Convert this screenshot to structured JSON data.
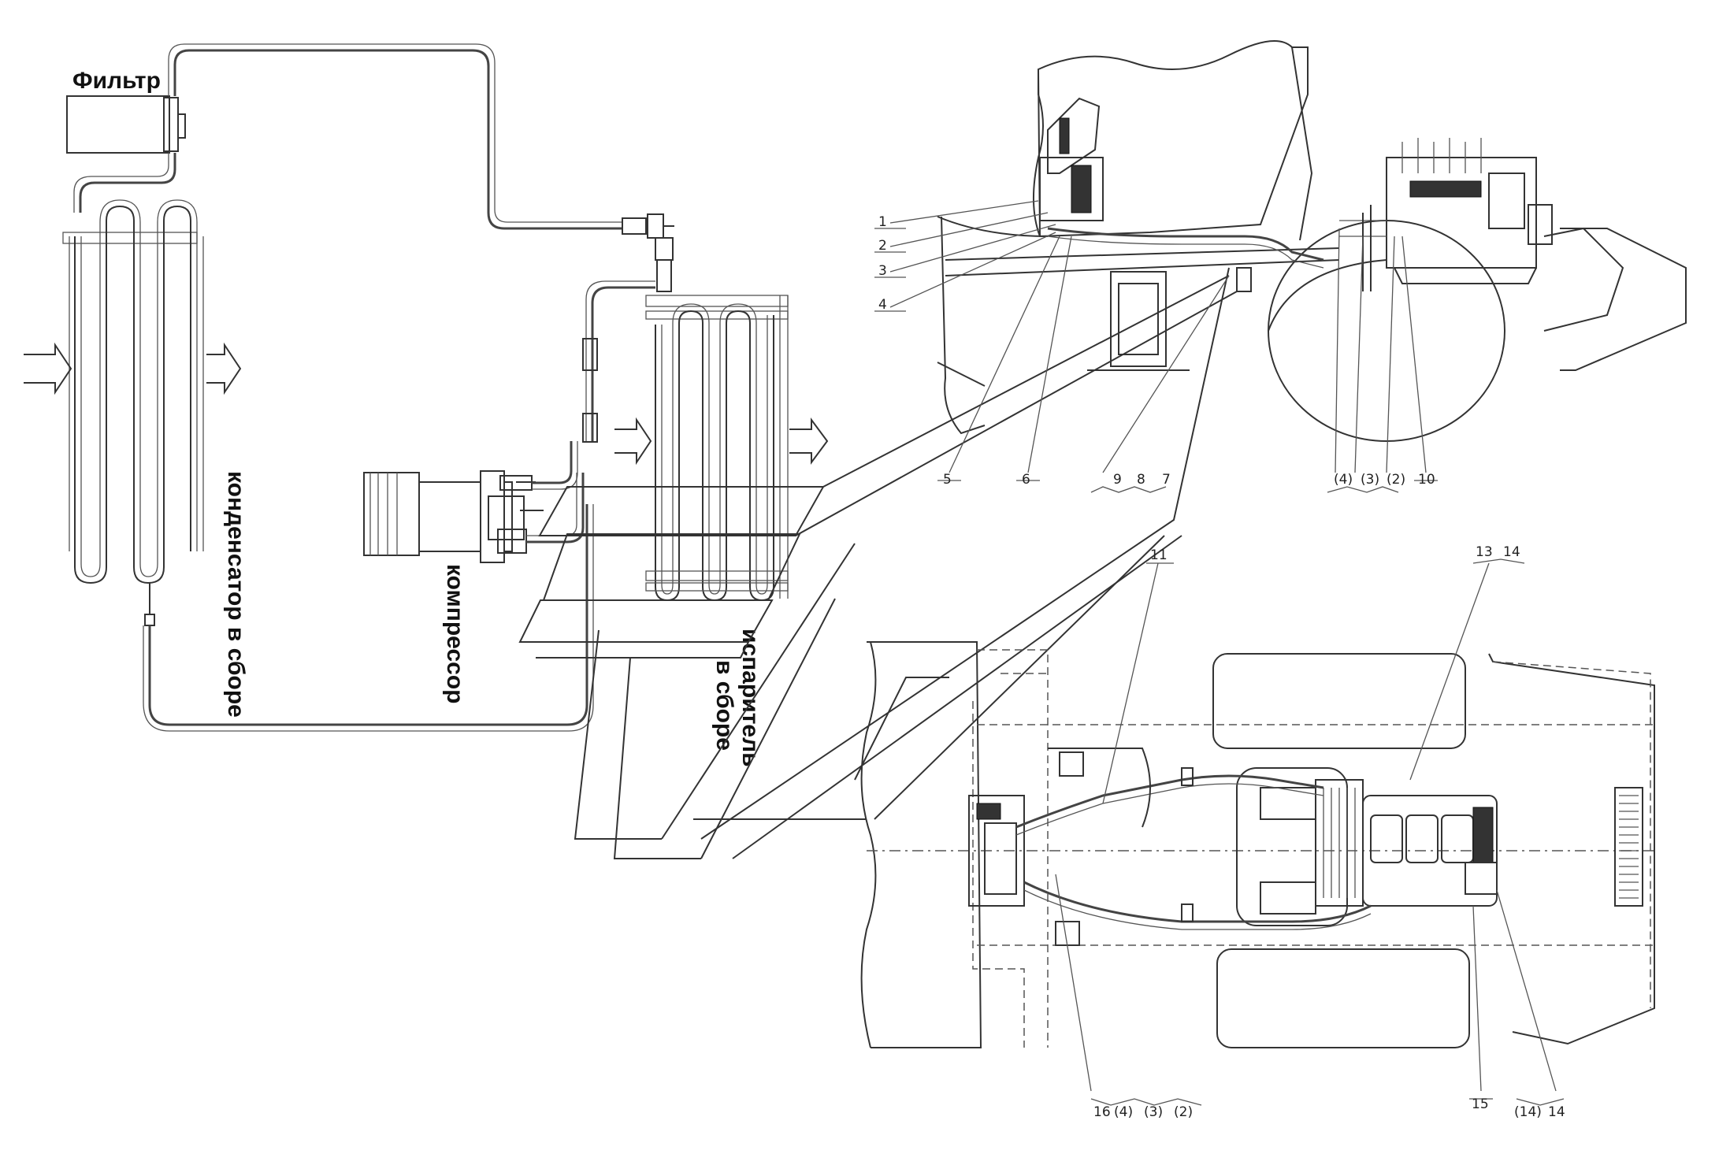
{
  "labels": {
    "filter": "Фильтр",
    "condenser": "конденсатор в сборе",
    "compressor": "компрессор",
    "evaporator_line1": "испаритель",
    "evaporator_line2": "в сборе"
  },
  "side_view_callouts": {
    "c1": "1",
    "c2": "2",
    "c3": "3",
    "c4": "4",
    "c5": "5",
    "c6": "6",
    "c7": "7",
    "c8": "8",
    "c9": "9",
    "c10": "10",
    "c4b": "(4)",
    "c3b": "(3)",
    "c2b": "(2)"
  },
  "top_view_callouts": {
    "c11": "11",
    "c13": "13",
    "c14": "14",
    "c15": "15",
    "c16": "16",
    "c4p": "(4)",
    "c3p": "(3)",
    "c2p": "(2)",
    "c14p": "(14)",
    "c14b": "14"
  }
}
